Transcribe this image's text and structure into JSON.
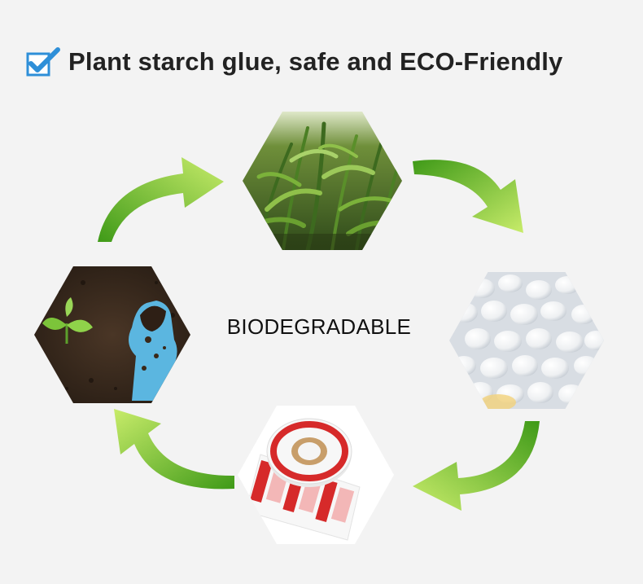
{
  "header": {
    "icon": "checkbox-checked-icon",
    "title": "Plant starch glue, safe and ECO-Friendly"
  },
  "center_label": "BIODEGRADABLE",
  "cycle": [
    {
      "name": "corn-field-image",
      "icon": "corn-plants"
    },
    {
      "name": "starch-pellets-image",
      "icon": "white-pellets"
    },
    {
      "name": "label-roll-image",
      "icon": "label-roll"
    },
    {
      "name": "soil-glove-image",
      "icon": "soil-and-seedling"
    }
  ],
  "colors": {
    "background": "#f3f3f3",
    "arrow_green": "#4caf1c",
    "arrow_light": "#c8ec6a",
    "check_blue": "#2e8fd8",
    "title": "#222222"
  }
}
